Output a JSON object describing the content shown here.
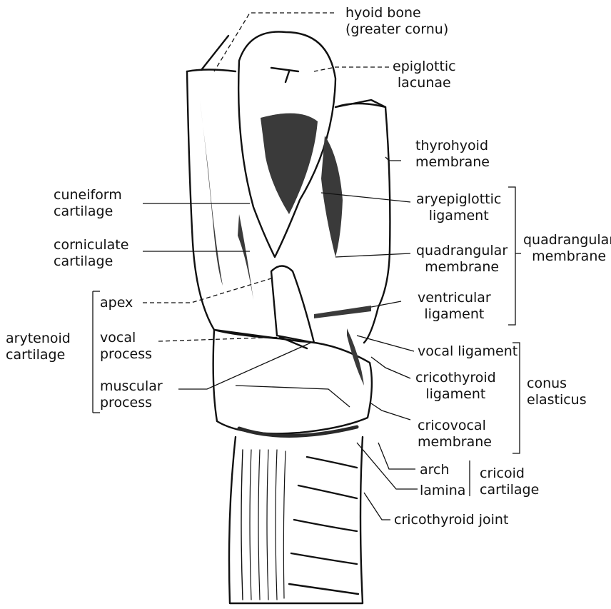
{
  "diagram": {
    "colors": {
      "ink": "#111111",
      "shade": "#3a3a3a",
      "paper": "#ffffff"
    },
    "labels": {
      "hyoid_bone": [
        "hyoid bone",
        "(greater cornu)"
      ],
      "epiglottic_lacunae": [
        "epiglottic",
        "lacunae"
      ],
      "thyrohyoid_membrane": [
        "thyrohyoid",
        "membrane"
      ],
      "aryepiglottic_ligament": [
        "aryepiglottic",
        "ligament"
      ],
      "quadrangular_membrane_group": [
        "quadrangular",
        "membrane"
      ],
      "quadrangular_membrane": [
        "quadrangular",
        "membrane"
      ],
      "ventricular_ligament": [
        "ventricular",
        "ligament"
      ],
      "vocal_ligament": [
        "vocal ligament"
      ],
      "cricothyroid_ligament": [
        "cricothyroid",
        "ligament"
      ],
      "conus_elasticus": [
        "conus",
        "elasticus"
      ],
      "cricovocal_membrane": [
        "cricovocal",
        "membrane"
      ],
      "arch": [
        "arch"
      ],
      "lamina": [
        "lamina"
      ],
      "cricoid_cartilage": [
        "cricoid",
        "cartilage"
      ],
      "cricothyroid_joint": [
        "cricothyroid joint"
      ],
      "cuneiform_cartilage": [
        "cuneiform",
        "cartilage"
      ],
      "corniculate_cartilage": [
        "corniculate",
        "cartilage"
      ],
      "arytenoid_cartilage": [
        "arytenoid",
        "cartilage"
      ],
      "apex": [
        "apex"
      ],
      "vocal_process": [
        "vocal",
        "process"
      ],
      "muscular_process": [
        "muscular",
        "process"
      ]
    }
  }
}
